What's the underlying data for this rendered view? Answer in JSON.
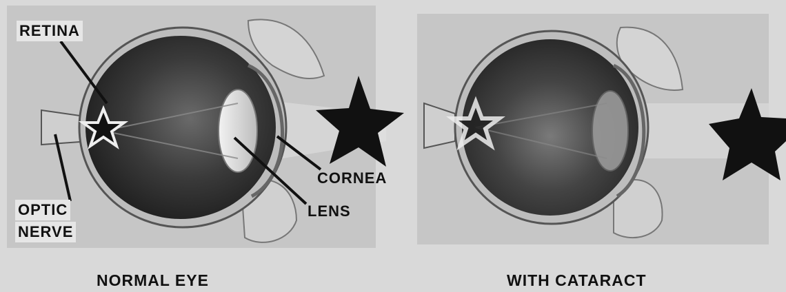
{
  "panels": [
    {
      "caption": "NORMAL EYE",
      "labels": {
        "retina": "RETINA",
        "optic_nerve_line1": "OPTIC",
        "optic_nerve_line2": "NERVE",
        "cornea": "CORNEA",
        "lens": "LENS"
      }
    },
    {
      "caption": "WITH CATARACT"
    }
  ],
  "colors": {
    "background": "#d9d9d9",
    "photo_bg": "#c9c9c9",
    "eye_dark": "#2e2e2e",
    "star": "#111111"
  }
}
